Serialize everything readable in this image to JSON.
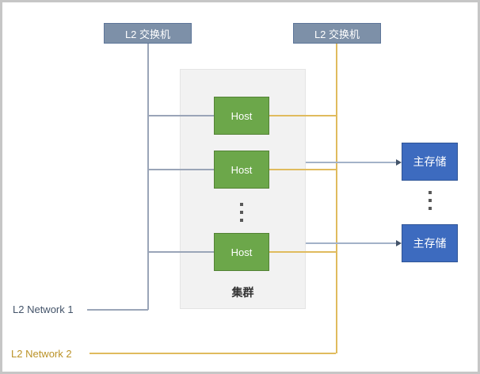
{
  "diagram": {
    "switches": [
      {
        "label": "L2 交换机"
      },
      {
        "label": "L2 交换机"
      }
    ],
    "cluster": {
      "label": "集群",
      "hosts": [
        {
          "label": "Host"
        },
        {
          "label": "Host"
        },
        {
          "label": "Host"
        }
      ]
    },
    "storages": [
      {
        "label": "主存储"
      },
      {
        "label": "主存储"
      }
    ],
    "networks": [
      {
        "label": "L2 Network 1",
        "color": "#44546a",
        "line_color": "#9aa5b8"
      },
      {
        "label": "L2 Network 2",
        "color": "#bb9227",
        "line_color": "#e0bb5e"
      }
    ],
    "colors": {
      "switch_fill": "#7d90a8",
      "switch_border": "#5d7599",
      "host_fill": "#6ca74a",
      "host_border": "#538234",
      "storage_fill": "#3d6bbf",
      "storage_border": "#2f5597",
      "cluster_fill": "#f2f2f2",
      "arrow_head": "#44546a",
      "frame_border": "#c6c6c6"
    }
  }
}
